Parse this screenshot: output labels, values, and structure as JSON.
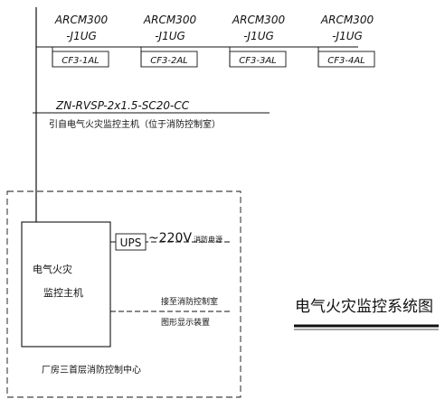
{
  "modules": [
    {
      "model_line1": "ARCM300",
      "model_line2": "-J1UG",
      "tag": "CF3-1AL"
    },
    {
      "model_line1": "ARCM300",
      "model_line2": "-J1UG",
      "tag": "CF3-2AL"
    },
    {
      "model_line1": "ARCM300",
      "model_line2": "-J1UG",
      "tag": "CF3-3AL"
    },
    {
      "model_line1": "ARCM300",
      "model_line2": "-J1UG",
      "tag": "CF3-4AL"
    }
  ],
  "bus": {
    "cable_spec": "ZN-RVSP-2x1.5-SC20-CC",
    "source_note": "引自电气火灾监控主机（位于消防控制室）"
  },
  "host": {
    "name_line1": "电气火灾",
    "name_line2": "监控主机"
  },
  "power": {
    "ups_label": "UPS",
    "voltage": "~220V",
    "note": "消防电源"
  },
  "remote": {
    "line1": "接至消防控制室",
    "line2": "图形显示装置"
  },
  "room_label": "厂房三首层消防控制中心",
  "title": "电气火灾监控系统图"
}
